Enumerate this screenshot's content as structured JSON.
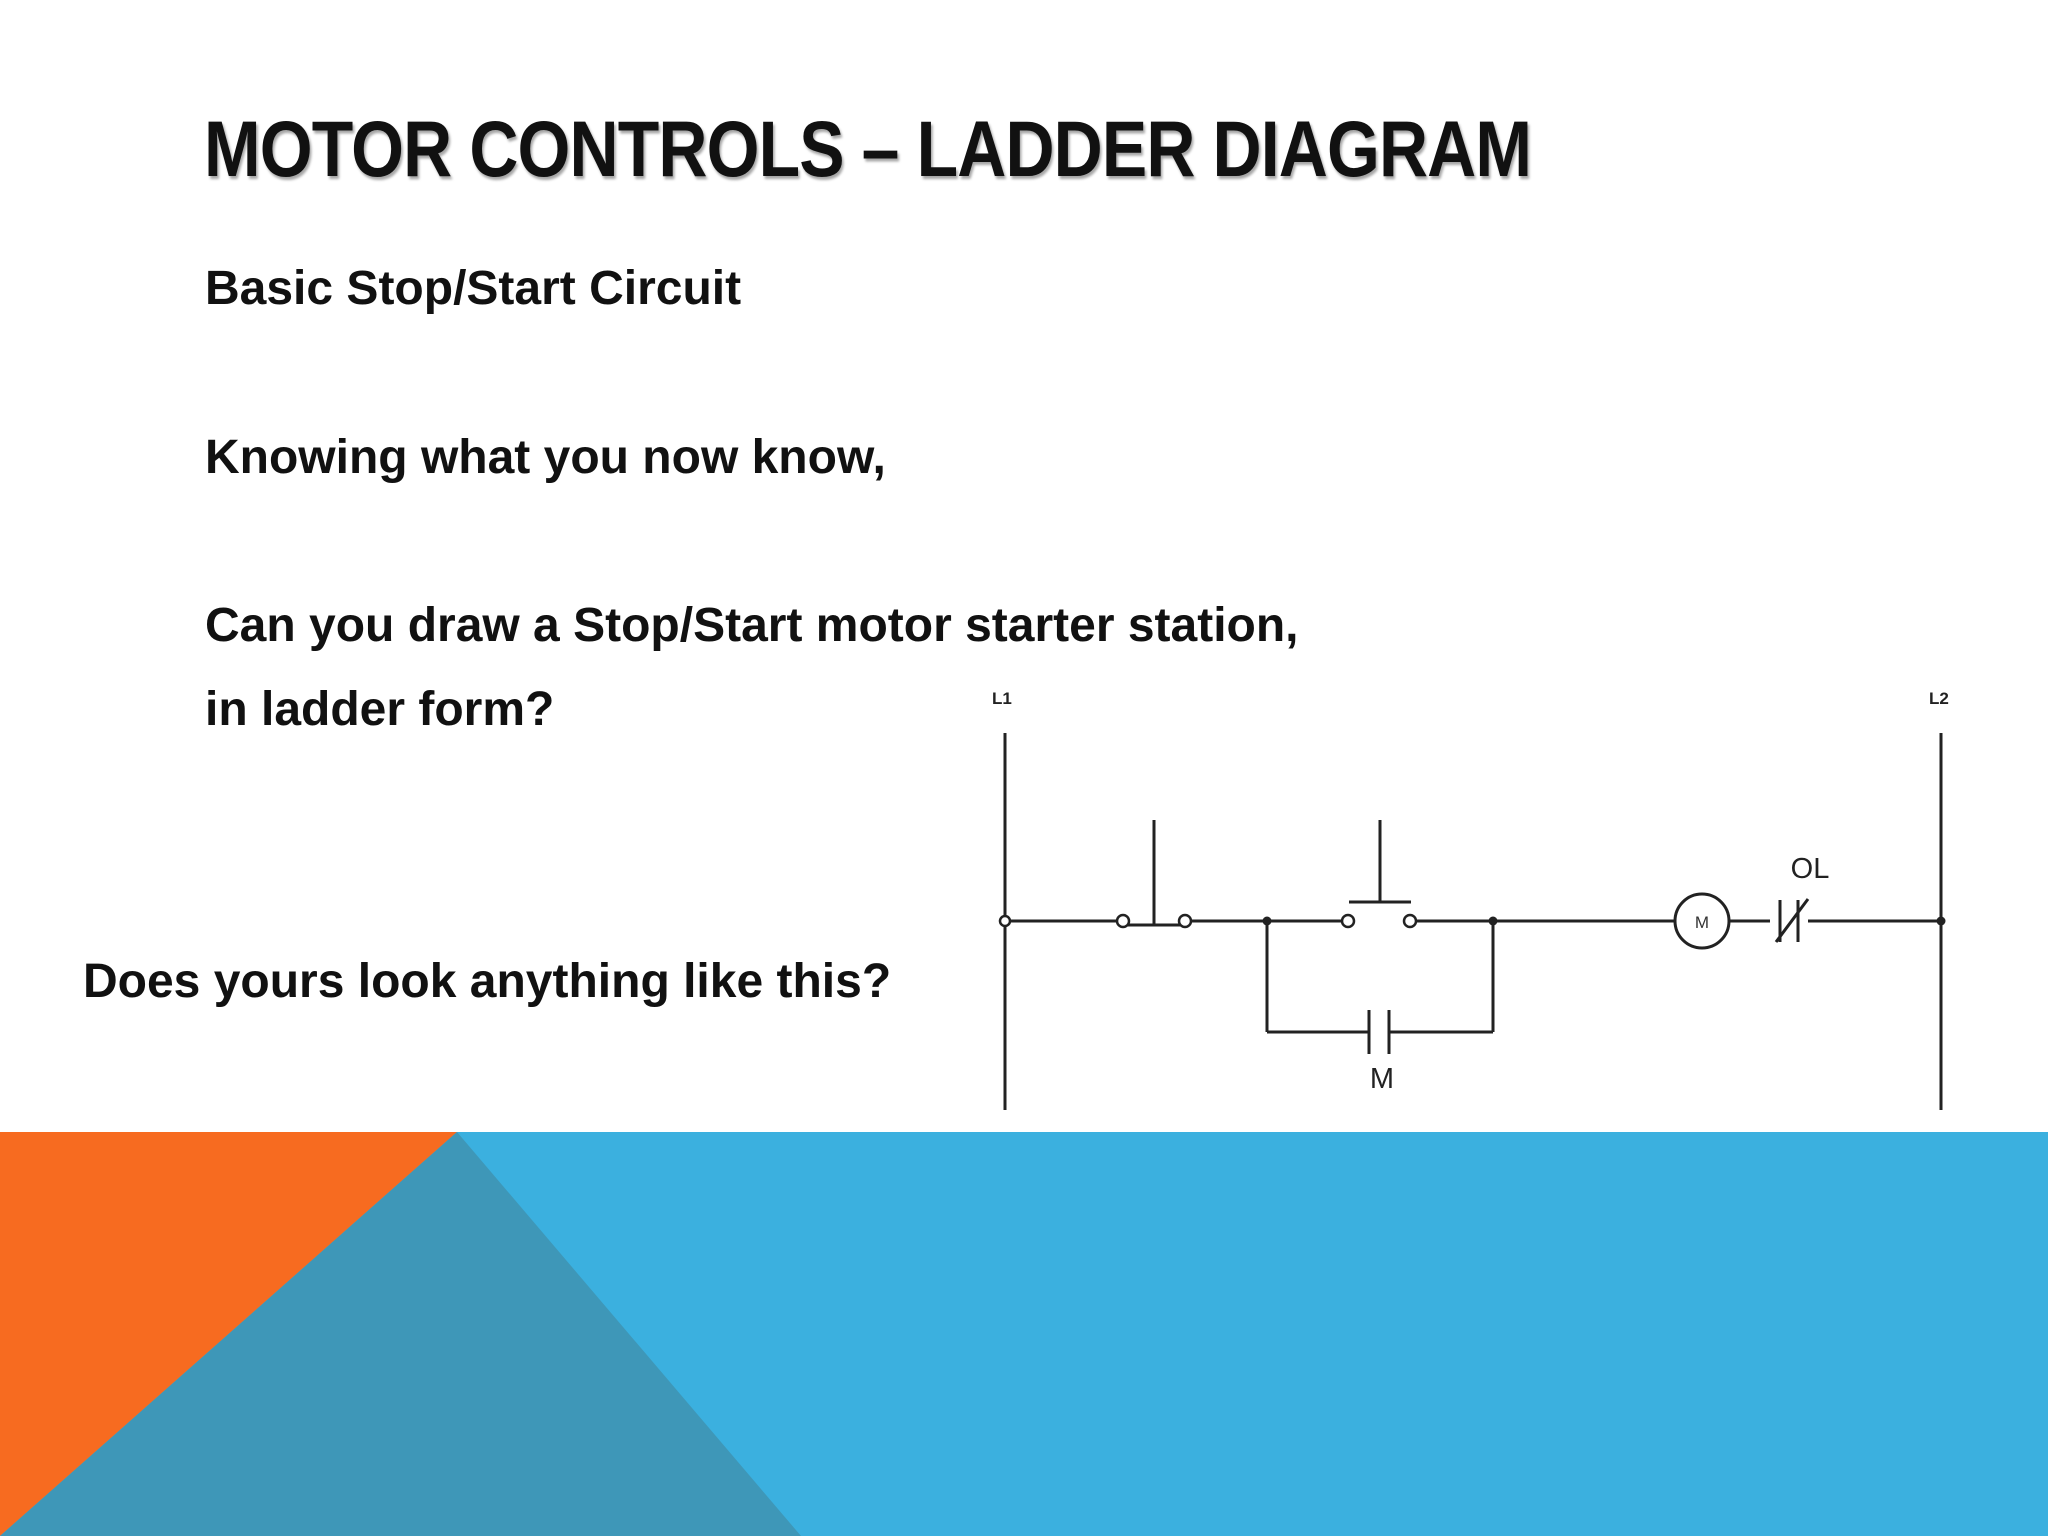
{
  "slide": {
    "title": "MOTOR CONTROLS – LADDER DIAGRAM",
    "subtitle": "Basic Stop/Start Circuit",
    "line1": "Knowing what you now know,",
    "line2": "Can you draw a Stop/Start motor starter station,",
    "line3": "in ladder form?",
    "question": "Does yours look anything like this?"
  },
  "diagram": {
    "rail_left_label": "L1",
    "rail_right_label": "L2",
    "motor_label": "M",
    "seal_in_contact_label": "M",
    "overload_label": "OL"
  },
  "colors": {
    "band_blue": "#3BB0DF",
    "band_orange": "#F76B20",
    "band_dark_blue": "#3E97B8"
  }
}
